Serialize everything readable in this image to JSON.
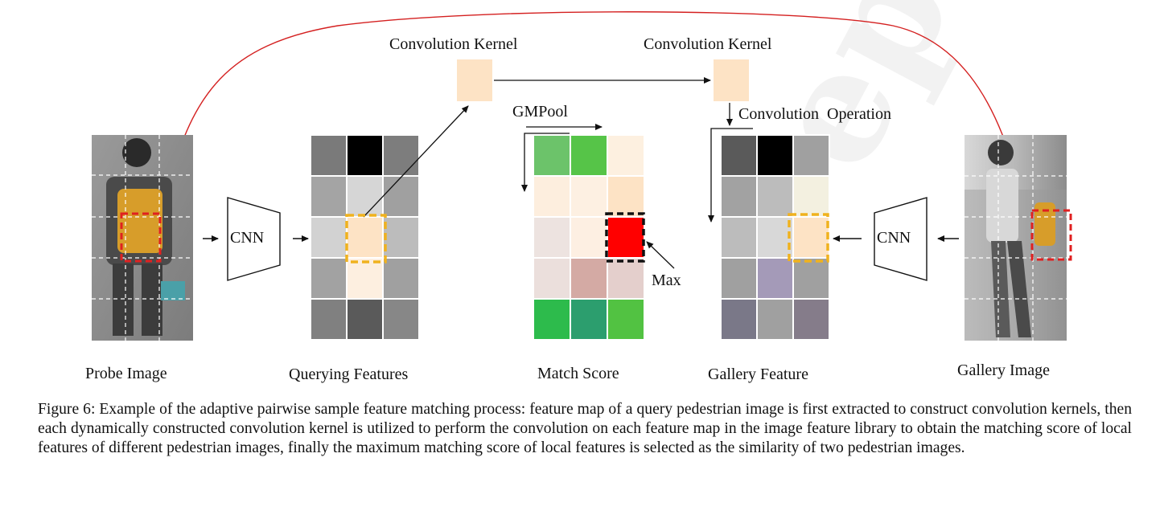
{
  "labels": {
    "kernel_top_left": "Convolution Kernel",
    "kernel_top_right": "Convolution Kernel",
    "gmpool": "GMPool",
    "conv_operation": "Convolution  Operation",
    "cnn_left": "CNN",
    "cnn_right": "CNN",
    "max": "Max",
    "probe_image": "Probe Image",
    "querying_features": "Querying Features",
    "match_score": "Match Score",
    "gallery_feature": "Gallery Feature",
    "gallery_image": "Gallery Image"
  },
  "watermark": "eprints",
  "caption": "Figure 6: Example of the adaptive pairwise sample feature matching process: feature map of a query pedestrian image is first extracted to construct convolution kernels, then each dynamically constructed convolution kernel is utilized to perform the convolution on each feature map in the image feature library to obtain the matching score of local features of different pedestrian images, finally the maximum matching score of local features is selected as the similarity of two pedestrian images.",
  "colors": {
    "kernel": "#fde3c5",
    "highlight_box": "#f0b21e",
    "crop_box": "#e02020",
    "max_cell": "#ff0000",
    "curve": "#d42020"
  },
  "grids": {
    "querying": [
      [
        "#7a7a7a",
        "#000000",
        "#7d7d7d"
      ],
      [
        "#a4a4a4",
        "#d6d6d6",
        "#a0a0a0"
      ],
      [
        "#d2d2d2",
        "#fde3c5",
        "#bcbcbc"
      ],
      [
        "#a2a2a2",
        "#fdefe0",
        "#a0a0a0"
      ],
      [
        "#808080",
        "#5a5a5a",
        "#878787"
      ]
    ],
    "match": [
      [
        "#6cc36a",
        "#56c448",
        "#fdf0e0"
      ],
      [
        "#fdeede",
        "#fdf0e2",
        "#fde3c5"
      ],
      [
        "#ede3e0",
        "#fdefe2",
        "#ff0000"
      ],
      [
        "#ebdfdc",
        "#d4aaa4",
        "#e4cfcc"
      ],
      [
        "#2dbb4c",
        "#2c9e6e",
        "#52c242"
      ]
    ],
    "gallery": [
      [
        "#5a5a5a",
        "#000000",
        "#a0a0a0"
      ],
      [
        "#a2a2a2",
        "#bcbcbc",
        "#f3f0e0"
      ],
      [
        "#bcbcbc",
        "#d8d8d8",
        "#fde3c5"
      ],
      [
        "#a0a0a0",
        "#a49ab8",
        "#a0a0a0"
      ],
      [
        "#7a7888",
        "#a0a0a0",
        "#857c8a"
      ]
    ]
  }
}
